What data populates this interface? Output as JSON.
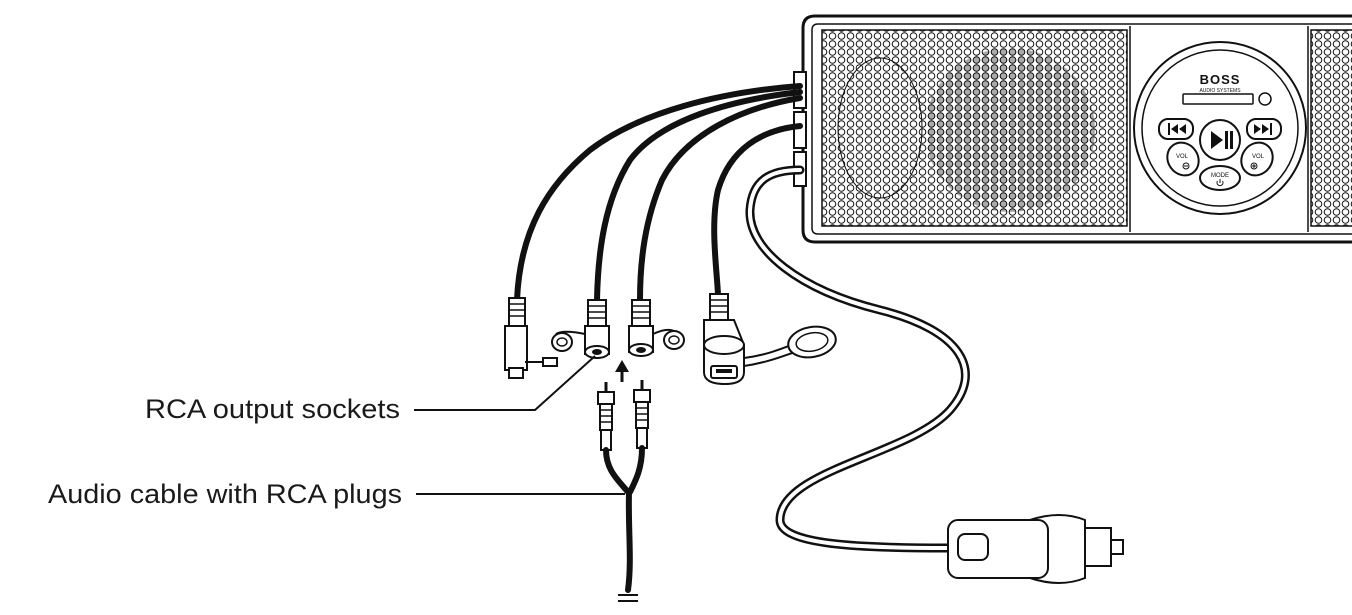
{
  "callouts": {
    "rca_output_sockets": "RCA output sockets",
    "audio_cable": "Audio cable with RCA plugs"
  },
  "control_panel": {
    "brand": "BOSS",
    "brand_sub": "AUDIO SYSTEMS",
    "vol_minus_label": "VOL",
    "vol_plus_label": "VOL",
    "mode_label": "MODE"
  },
  "colors": {
    "line": "#111111",
    "background": "#ffffff"
  },
  "icons": [
    "previous-track-icon",
    "play-pause-icon",
    "next-track-icon",
    "power-icon",
    "plus-icon",
    "minus-icon",
    "arrow-up-icon"
  ]
}
